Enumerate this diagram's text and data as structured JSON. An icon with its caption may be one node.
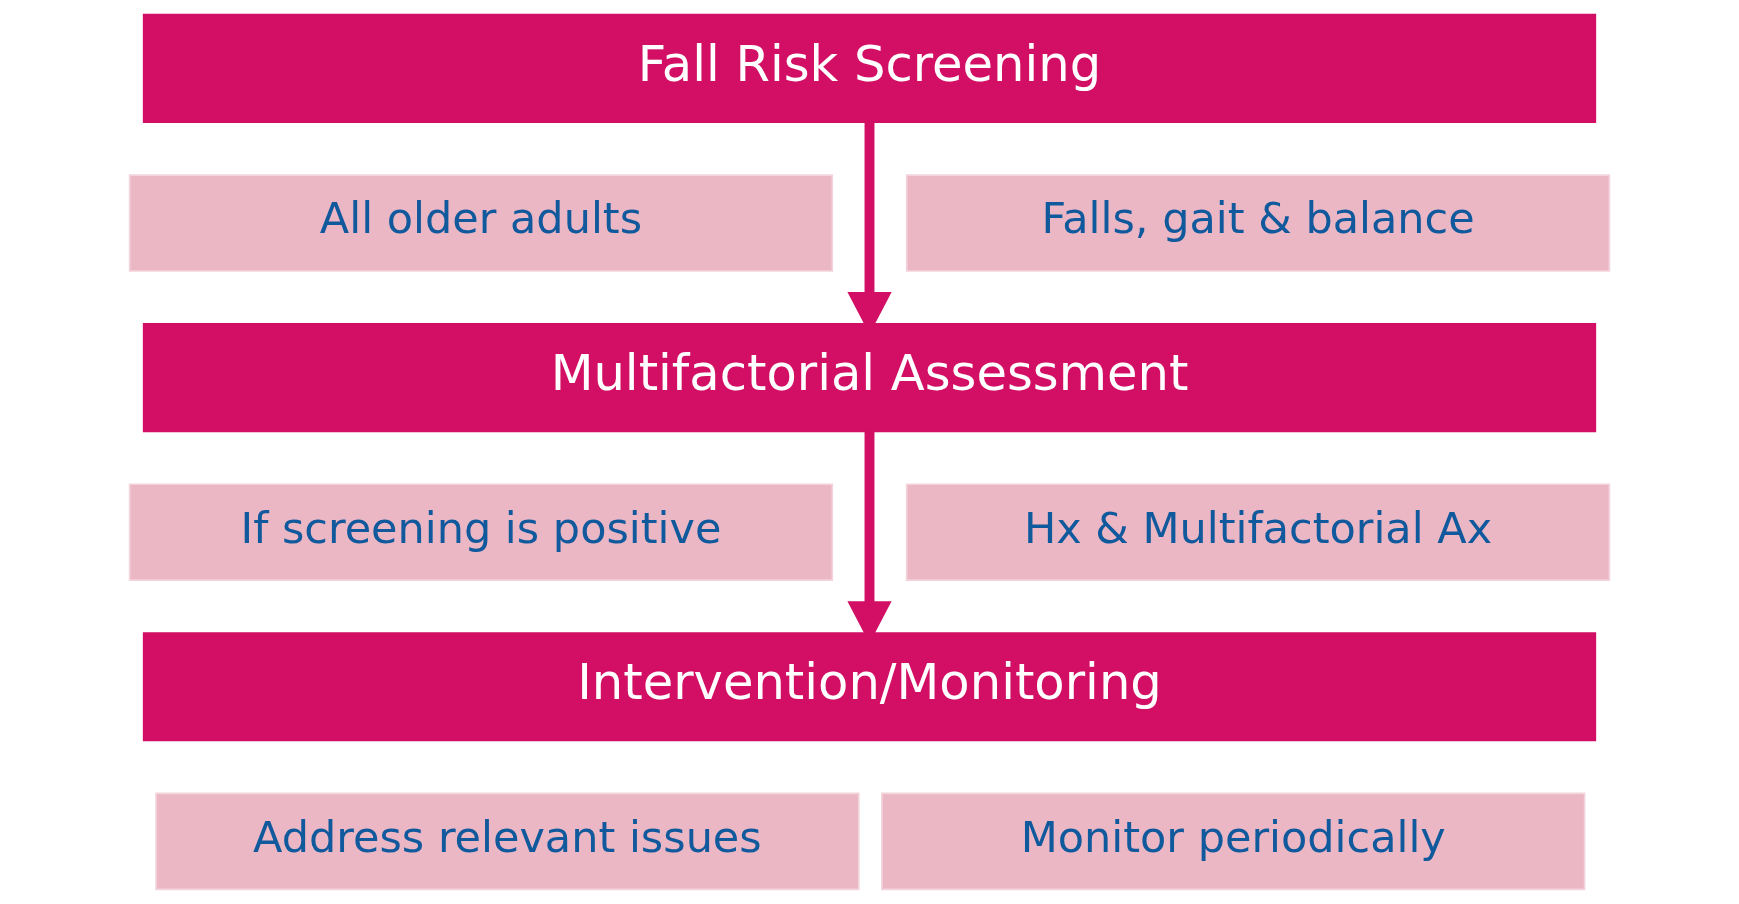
{
  "diagram": {
    "nodes": [
      {
        "text": [
          "Fall Risk Screening"
        ]
      },
      {
        "text": [
          "All older adults"
        ]
      },
      {
        "text": [
          "Falls, gait & balance"
        ]
      },
      {
        "text": [
          "Multifactorial Assessment"
        ]
      },
      {
        "text": [
          "If screening is positive"
        ]
      },
      {
        "text": [
          "Hx & Multifactorial Ax"
        ]
      },
      {
        "text": [
          "Intervention/Monitoring"
        ]
      },
      {
        "text": [
          "Address relevant issues"
        ]
      },
      {
        "text": [
          "Monitor periodically"
        ]
      }
    ],
    "edges": [
      {
        "from": 0,
        "to": 3,
        "arrow": "to"
      },
      {
        "from": 3,
        "to": 6,
        "arrow": "to"
      }
    ]
  }
}
